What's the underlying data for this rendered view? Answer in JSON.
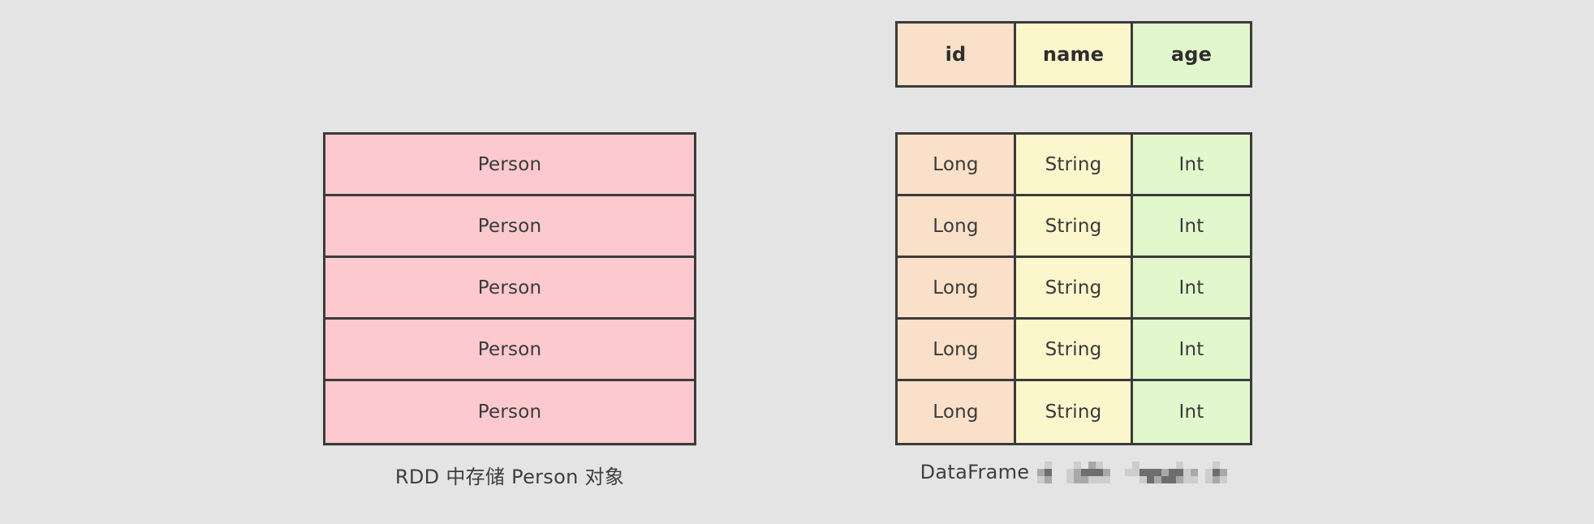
{
  "background_color": "#e4e4e4",
  "left_panel": {
    "name": "rdd-block",
    "rows": [
      {
        "label": "Person"
      },
      {
        "label": "Person"
      },
      {
        "label": "Person"
      },
      {
        "label": "Person"
      },
      {
        "label": "Person"
      }
    ],
    "cell_color": "#fbc9ce",
    "border_color": "#3b3b3b",
    "caption": "RDD 中存储 Person 对象"
  },
  "right_panel": {
    "name": "dataframe-block",
    "header": {
      "columns": [
        {
          "label": "id",
          "color": "#fae0c8"
        },
        {
          "label": "name",
          "color": "#fbf6cc"
        },
        {
          "label": "age",
          "color": "#e3f7cd"
        }
      ]
    },
    "body": {
      "rows": [
        {
          "cells": [
            "Long",
            "String",
            "Int"
          ]
        },
        {
          "cells": [
            "Long",
            "String",
            "Int"
          ]
        },
        {
          "cells": [
            "Long",
            "String",
            "Int"
          ]
        },
        {
          "cells": [
            "Long",
            "String",
            "Int"
          ]
        },
        {
          "cells": [
            "Long",
            "String",
            "Int"
          ]
        }
      ],
      "column_colors": [
        "#fae0c8",
        "#fbf6cc",
        "#e3f7cd"
      ]
    },
    "caption_visible_text": "DataFrame",
    "caption_redacted": true,
    "caption_redaction_note": "remaining caption text is pixelated / mosaiced and unreadable"
  },
  "text_color": "#3a3a3a",
  "border_color": "#3b3b3b"
}
